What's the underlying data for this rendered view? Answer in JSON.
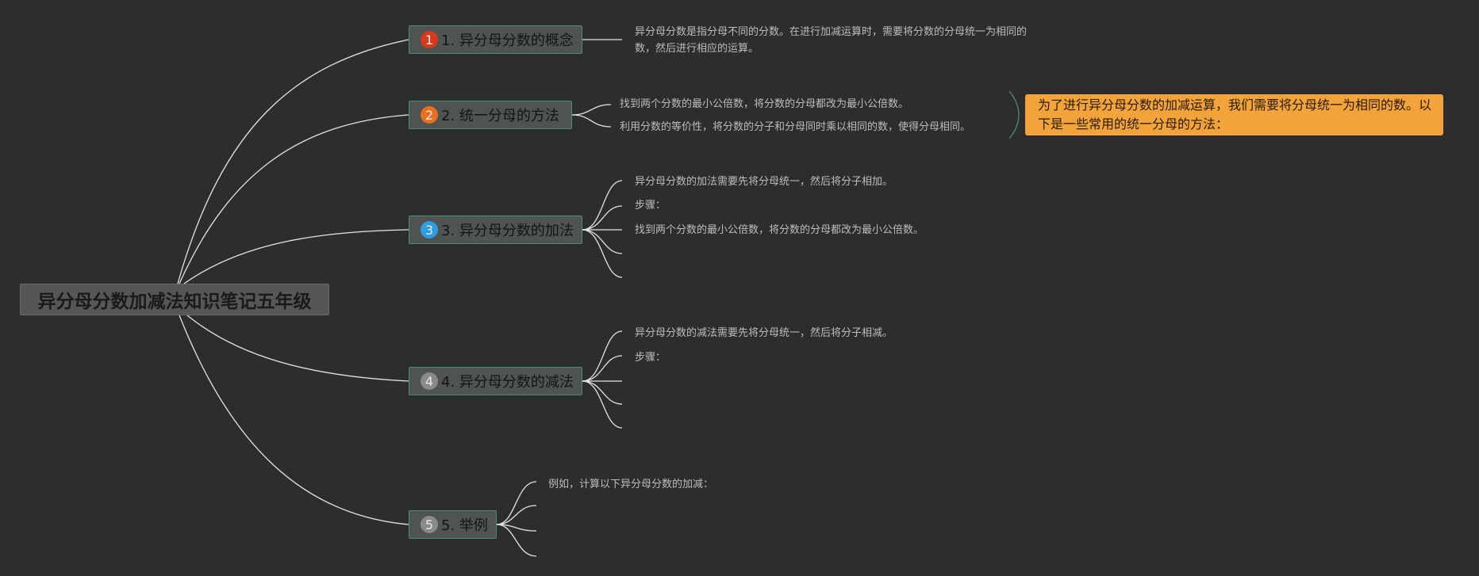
{
  "root": {
    "title": "异分母分数加减法知识笔记五年级"
  },
  "colors": {
    "background": "#2d2d2d",
    "line": "#e4e4e4",
    "topic_fill": "#4f5453",
    "topic_border": "#4d8a79",
    "callout": "#f2a33a",
    "badge_1": "#d63a1a",
    "badge_2": "#e8701e",
    "badge_3": "#2f9be0",
    "badge_4": "#8a8a8a",
    "badge_5": "#8a8a8a"
  },
  "topics": [
    {
      "number": "1",
      "label": "1. 异分母分数的概念",
      "leaves": [
        "异分母分数是指分母不同的分数。在进行加减运算时，需要将分数的分母统一为相同的数，然后进行相应的运算。"
      ]
    },
    {
      "number": "2",
      "label": "2. 统一分母的方法",
      "leaves": [
        "找到两个分数的最小公倍数，将分数的分母都改为最小公倍数。",
        "利用分数的等价性，将分数的分子和分母同时乘以相同的数，使得分母相同。"
      ],
      "callout": "为了进行异分母分数的加减运算，我们需要将分母统一为相同的数。以下是一些常用的统一分母的方法："
    },
    {
      "number": "3",
      "label": "3. 异分母分数的加法",
      "leaves": [
        "异分母分数的加法需要先将分母统一，然后将分子相加。",
        "步骤：",
        "找到两个分数的最小公倍数，将分数的分母都改为最小公倍数。"
      ]
    },
    {
      "number": "4",
      "label": "4. 异分母分数的减法",
      "leaves": [
        "异分母分数的减法需要先将分母统一，然后将分子相减。",
        "步骤："
      ]
    },
    {
      "number": "5",
      "label": "5. 举例",
      "leaves": [
        "例如，计算以下异分母分数的加减："
      ]
    }
  ]
}
